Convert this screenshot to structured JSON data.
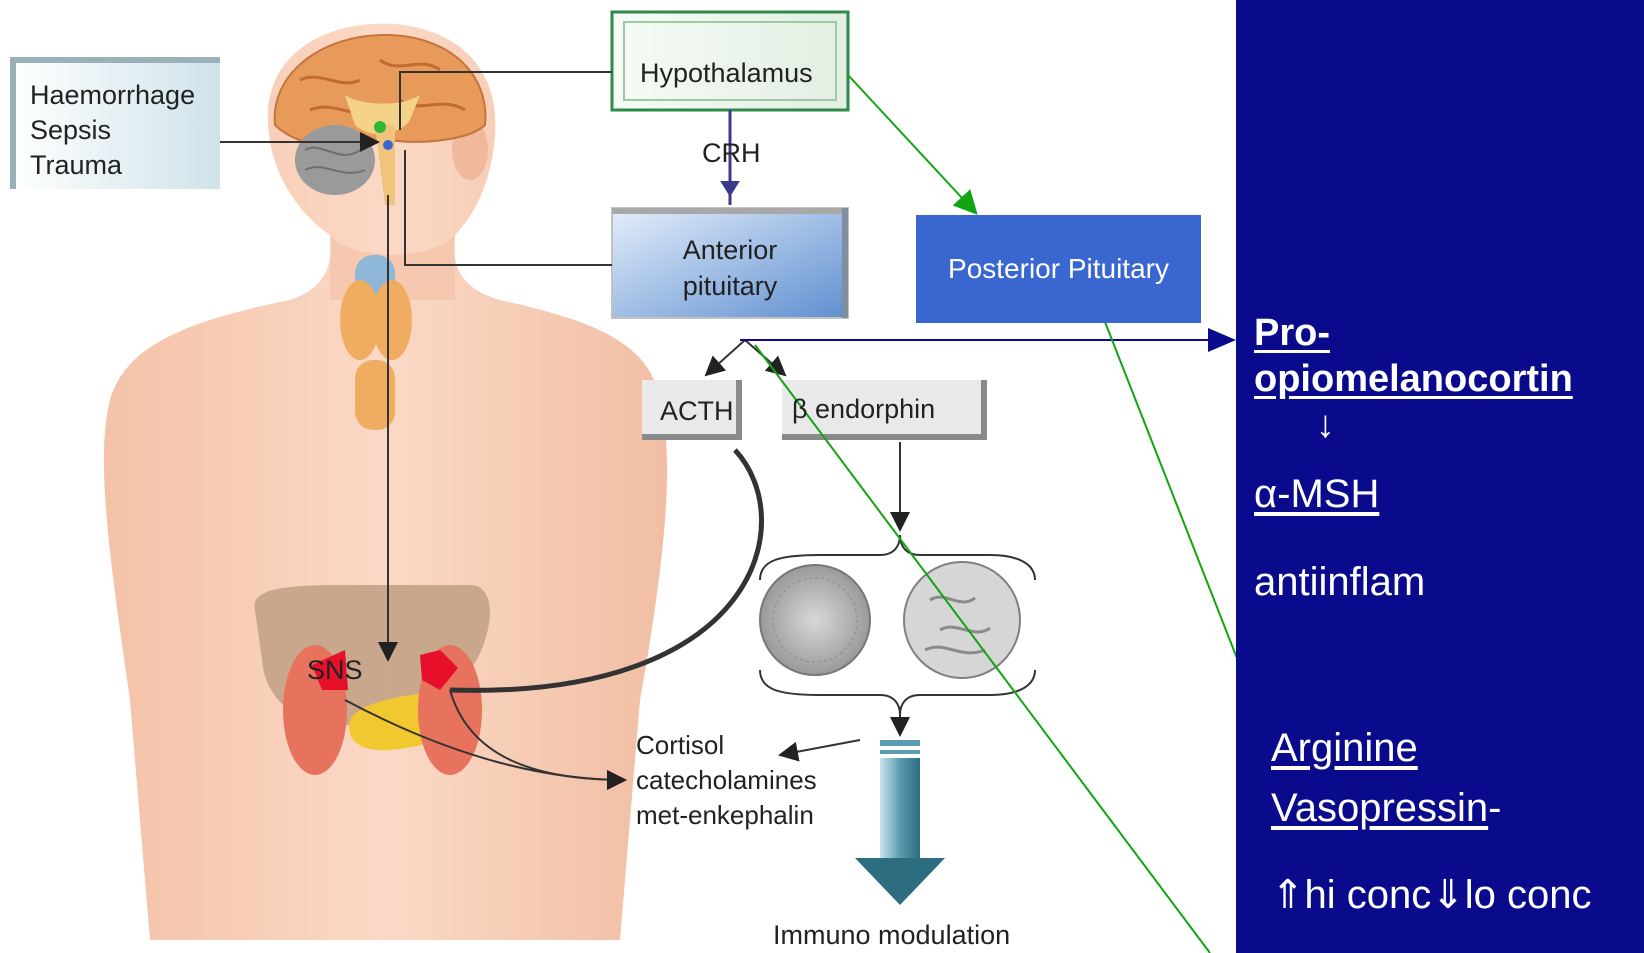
{
  "stimuli": [
    "Haemorrhage",
    "Sepsis",
    "Trauma"
  ],
  "hypothalamus": "Hypothalamus",
  "crh": "CRH",
  "anterior_pituitary": [
    "Anterior",
    "pituitary"
  ],
  "posterior_pituitary": "Posterior Pituitary",
  "acth": "ACTH",
  "beta_endorphin": "β endorphin",
  "sns": "SNS",
  "outputs": [
    "Cortisol",
    "catecholamines",
    "met-enkephalin"
  ],
  "immuno": "Immuno modulation",
  "panel": {
    "pomc": [
      "Pro-",
      "opiomelanocortin"
    ],
    "arrow": "↓",
    "msh": "α-MSH",
    "antiinflam": "antiinflam",
    "avp": [
      "Arginine",
      "Vasopressin"
    ],
    "avp_dash": "-",
    "conc": "⇑hi conc⇓lo conc"
  },
  "colors": {
    "panel_bg": "#0a0a8c",
    "posterior_box": "#3a66cf",
    "connector_green": "#12a512",
    "connector_blue": "#0a0a8c"
  }
}
